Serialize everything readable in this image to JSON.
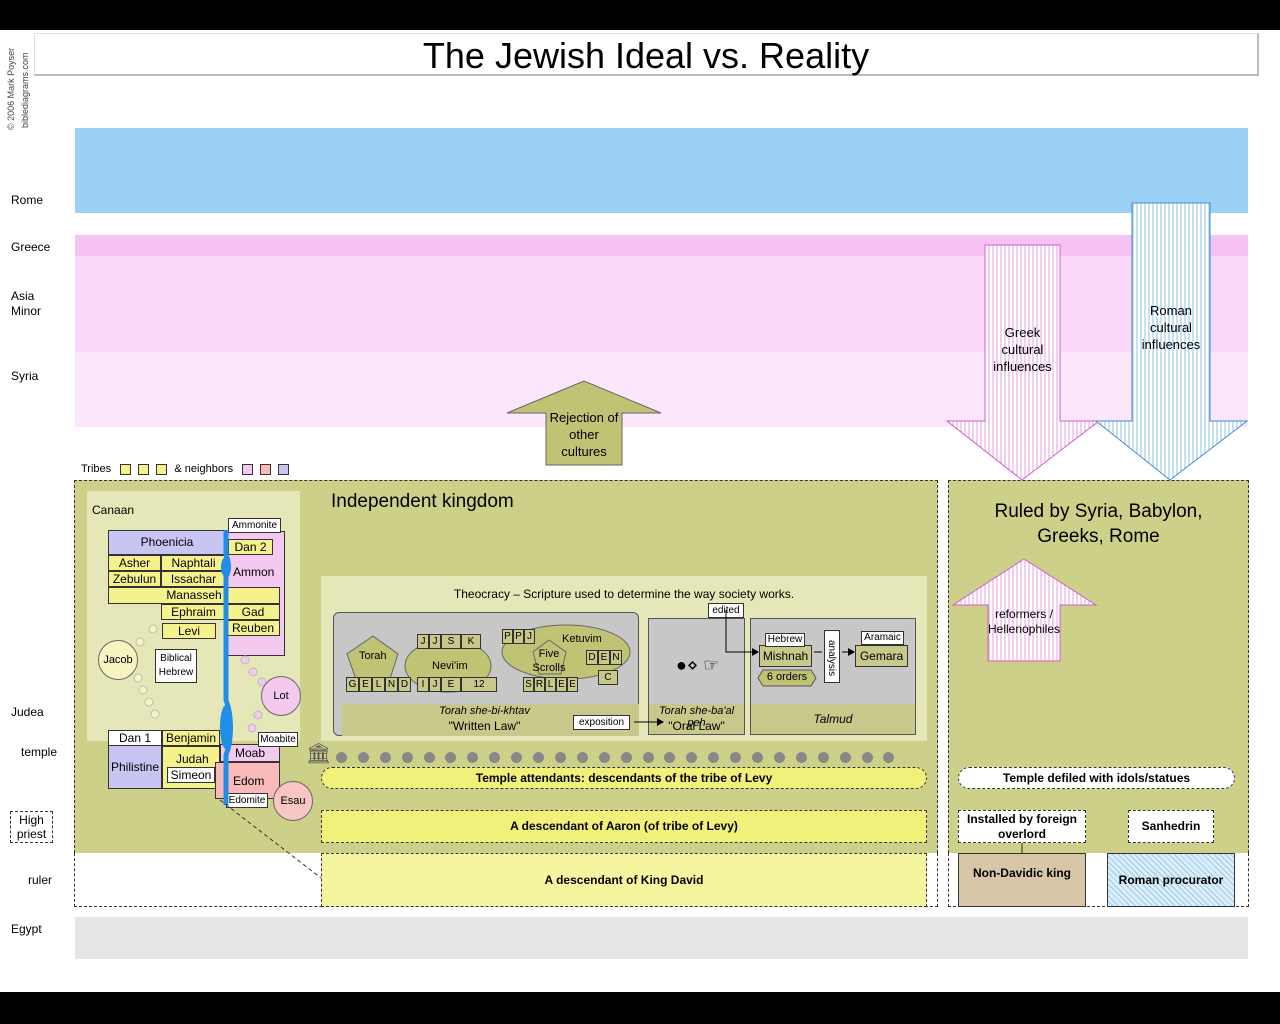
{
  "title": "The Jewish Ideal vs. Reality",
  "copyright": [
    "© 2006 Mark Poyser",
    "biblediagrams.com"
  ],
  "rows": {
    "rome": "Rome",
    "greece": "Greece",
    "asia_minor": "Asia Minor",
    "syria": "Syria",
    "judea": "Judea",
    "temple": "temple",
    "high_priest": "High priest",
    "ruler": "ruler",
    "egypt": "Egypt"
  },
  "legend": {
    "tribes": "Tribes",
    "neighbors": "& neighbors"
  },
  "arrows": {
    "rejection": "Rejection of other cultures",
    "greek": "Greek cultural influences",
    "roman": "Roman cultural influences",
    "reformers": "reformers / Hellenophiles"
  },
  "left": {
    "title": "Independent kingdom",
    "canaan": "Canaan",
    "regions": {
      "phoenicia": "Phoenicia",
      "asher": "Asher",
      "naphtali": "Naphtali",
      "zebulun": "Zebulun",
      "issachar": "Issachar",
      "manasseh": "Manasseh",
      "ephraim": "Ephraim",
      "gad": "Gad",
      "reuben": "Reuben",
      "levi": "Levi",
      "dan2": "Dan 2",
      "ammonite": "Ammonite",
      "ammon": "Ammon",
      "dan1": "Dan 1",
      "benjamin": "Benjamin",
      "judah": "Judah",
      "simeon": "Simeon",
      "philistine": "Philistine",
      "moab": "Moab",
      "moabite": "Moabite",
      "edom": "Edom",
      "edomite": "Edomite",
      "biblical_hebrew": "Biblical Hebrew"
    },
    "people": {
      "jacob": "Jacob",
      "lot": "Lot",
      "esau": "Esau"
    },
    "theocracy": "Theocracy – Scripture used to determine the way society works.",
    "written": {
      "torah": "Torah",
      "gelnd": [
        "G",
        "E",
        "L",
        "N",
        "D"
      ],
      "neviim": "Nevi'im",
      "jjsk": [
        "J",
        "J",
        "S",
        "K"
      ],
      "ije12": [
        "I",
        "J",
        "E",
        "12"
      ],
      "ppj": [
        "P",
        "P",
        "J"
      ],
      "ketuvim": "Ketuvim",
      "five_scrolls": "Five Scrolls",
      "den": [
        "D",
        "E",
        "N"
      ],
      "srlee": [
        "S",
        "R",
        "L",
        "E",
        "E"
      ],
      "c": "C",
      "caption_it": "Torah she-bi-khtav",
      "caption": "\"Written Law\""
    },
    "oral": {
      "edited": "edited",
      "caption_it": "Torah she-ba'al peh",
      "caption": "\"Oral Law\"",
      "exposition": "exposition"
    },
    "talmud": {
      "hebrew": "Hebrew",
      "mishnah": "Mishnah",
      "six_orders": "6 orders",
      "analysis": "analysis",
      "aramaic": "Aramaic",
      "gemara": "Gemara",
      "caption": "Talmud"
    },
    "temple": "Temple attendants:  descendants of the tribe of Levy",
    "priest": "A descendant of Aaron (of tribe of Levy)",
    "ruler": "A descendant of King David"
  },
  "right": {
    "title": "Ruled by Syria, Babylon, Greeks, Rome",
    "temple": "Temple defiled with idols/statues",
    "installed": "Installed by foreign overlord",
    "sanhedrin": "Sanhedrin",
    "non_davidic": "Non-Davidic king",
    "procurator": "Roman procurator"
  },
  "colors": {
    "rome": "#9bd1f4",
    "greece": "#f6c2f3",
    "asia_minor": "#f9d7f8",
    "syria": "#fbe6fb",
    "judea": "#cdd089",
    "egypt": "#e6e6e6",
    "tribe": "#f5f28e",
    "neighbor": "#f4c9ef"
  }
}
